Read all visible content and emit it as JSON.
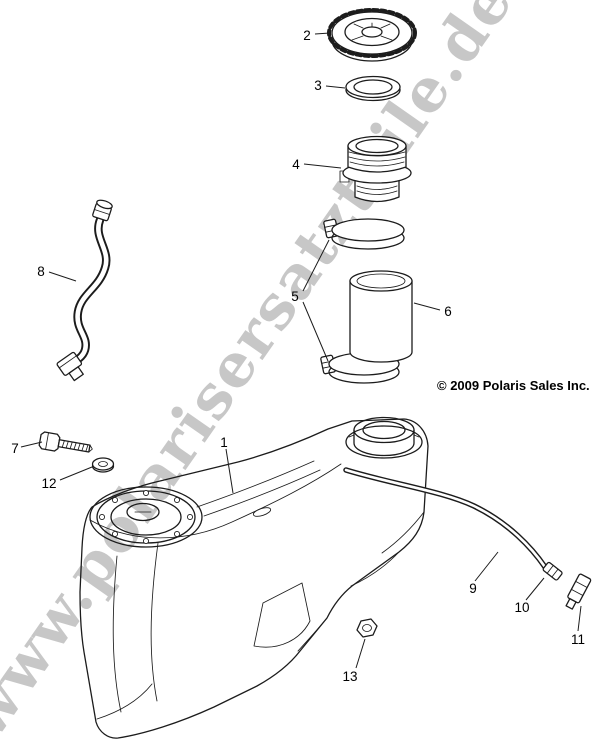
{
  "diagram": {
    "copyright": "© 2009 Polaris Sales Inc.",
    "watermark": "www.polarisersatzteile.de",
    "ink_color": "#1c1c1c",
    "watermark_color": "#c7c7c7",
    "background": "#ffffff"
  },
  "callouts": [
    "1",
    "2",
    "3",
    "4",
    "5",
    "6",
    "7",
    "8",
    "9",
    "10",
    "11",
    "12",
    "13"
  ]
}
